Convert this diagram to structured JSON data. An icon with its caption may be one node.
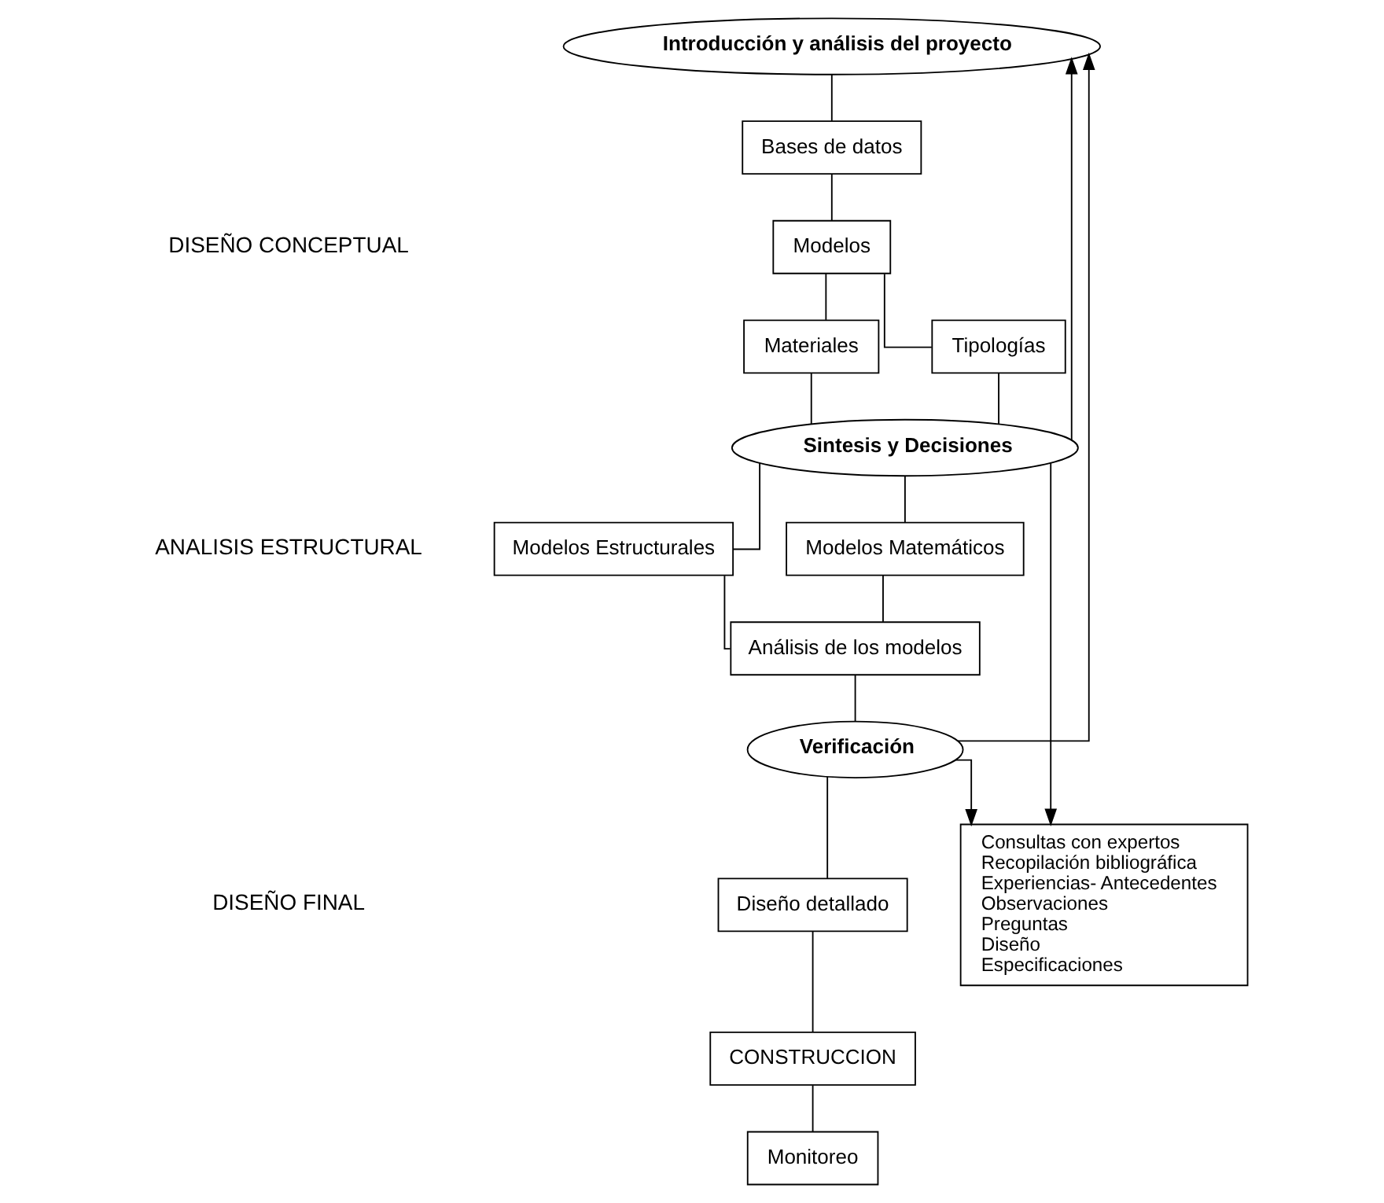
{
  "diagram": {
    "nodes": [
      {
        "text": [
          "Introducción y análisis del proyecto"
        ]
      },
      {
        "text": [
          "Bases de datos"
        ]
      },
      {
        "text": [
          "Modelos"
        ]
      },
      {
        "text": [
          "Materiales"
        ]
      },
      {
        "text": [
          "Tipologías"
        ]
      },
      {
        "text": [
          "Sintesis y Decisiones"
        ]
      },
      {
        "text": [
          "Modelos Estructurales"
        ]
      },
      {
        "text": [
          "Modelos Matemáticos"
        ]
      },
      {
        "text": [
          "Análisis de los modelos"
        ]
      },
      {
        "text": [
          "Verificación"
        ]
      },
      {
        "text": [
          "Diseño detallado"
        ]
      },
      {
        "text": [
          "CONSTRUCCION"
        ]
      },
      {
        "text": [
          "Monitoreo"
        ]
      },
      {
        "text": [
          "Consultas con expertos",
          "Recopilación bibliográfica",
          "Experiencias- Antecedentes",
          "Observaciones",
          "Preguntas",
          "Diseño",
          "Especificaciones"
        ]
      }
    ],
    "edges": [
      {
        "from": 0,
        "to": 1,
        "arrow": "none"
      },
      {
        "from": 1,
        "to": 2,
        "arrow": "none"
      },
      {
        "from": 2,
        "to": 3,
        "arrow": "none"
      },
      {
        "from": 2,
        "to": 4,
        "arrow": "none"
      },
      {
        "from": 3,
        "to": 5,
        "arrow": "none"
      },
      {
        "from": 4,
        "to": 5,
        "arrow": "none"
      },
      {
        "from": 5,
        "to": 0,
        "arrow": "to"
      },
      {
        "from": 5,
        "to": 13,
        "arrow": "to"
      },
      {
        "from": 5,
        "to": 6,
        "arrow": "none"
      },
      {
        "from": 5,
        "to": 7,
        "arrow": "none"
      },
      {
        "from": 6,
        "to": 8,
        "arrow": "none"
      },
      {
        "from": 7,
        "to": 8,
        "arrow": "none"
      },
      {
        "from": 8,
        "to": 9,
        "arrow": "none"
      },
      {
        "from": 9,
        "to": 0,
        "arrow": "to"
      },
      {
        "from": 9,
        "to": 13,
        "arrow": "to"
      },
      {
        "from": 9,
        "to": 10,
        "arrow": "none"
      },
      {
        "from": 10,
        "to": 11,
        "arrow": "none"
      },
      {
        "from": 11,
        "to": 12,
        "arrow": "none"
      }
    ],
    "labels": [
      "DISEÑO CONCEPTUAL",
      "ANALISIS ESTRUCTURAL",
      "DISEÑO FINAL"
    ]
  }
}
